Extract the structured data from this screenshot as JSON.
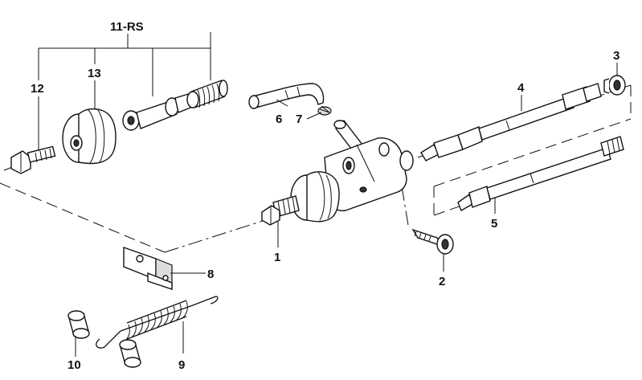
{
  "labels": {
    "p1": "1",
    "p2": "2",
    "p3": "3",
    "p4": "4",
    "p5": "5",
    "p6": "6",
    "p7": "7",
    "p8": "8",
    "p9": "9",
    "p10": "10",
    "p11": "11-RS",
    "p12": "12",
    "p13": "13"
  }
}
